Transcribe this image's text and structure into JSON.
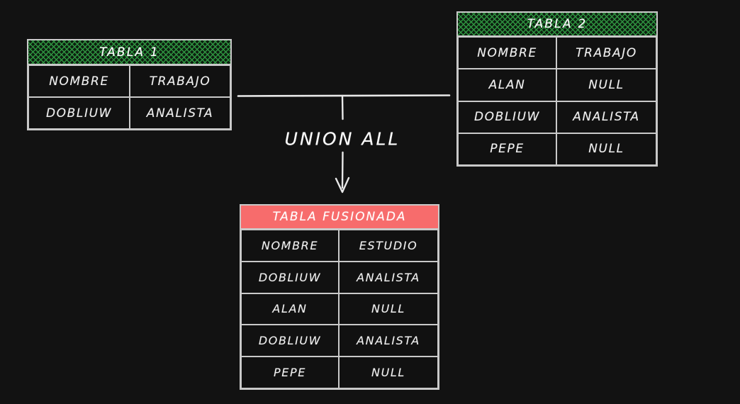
{
  "diagram": {
    "title_semantic": "sql-union-all-diagram",
    "background_color": "#121212",
    "connector_color": "#e8e8e8",
    "operation_label": "UNION ALL"
  },
  "colors": {
    "header_green_hatch": "#2f9440",
    "header_green_base": "#0d1f10",
    "header_salmon": "#f76c6c",
    "border": "#c9c9c9",
    "cell_background": "#111111",
    "text": "#f2f2f2"
  },
  "tables": {
    "source_one": {
      "title": "TABLA 1",
      "header_style": "green-hatch",
      "columns": [
        "NOMBRE",
        "TRABAJO"
      ],
      "rows": [
        [
          "DOBLIUW",
          "ANALISTA"
        ]
      ]
    },
    "source_two": {
      "title": "TABLA 2",
      "header_style": "green-hatch",
      "columns": [
        "NOMBRE",
        "TRABAJO"
      ],
      "rows": [
        [
          "ALAN",
          "NULL"
        ],
        [
          "DOBLIUW",
          "ANALISTA"
        ],
        [
          "PEPE",
          "NULL"
        ]
      ]
    },
    "merged": {
      "title": "TABLA FUSIONADA",
      "header_style": "salmon",
      "columns": [
        "NOMBRE",
        "ESTUDIO"
      ],
      "rows": [
        [
          "DOBLIUW",
          "ANALISTA"
        ],
        [
          "ALAN",
          "NULL"
        ],
        [
          "DOBLIUW",
          "ANALISTA"
        ],
        [
          "PEPE",
          "NULL"
        ]
      ]
    }
  }
}
